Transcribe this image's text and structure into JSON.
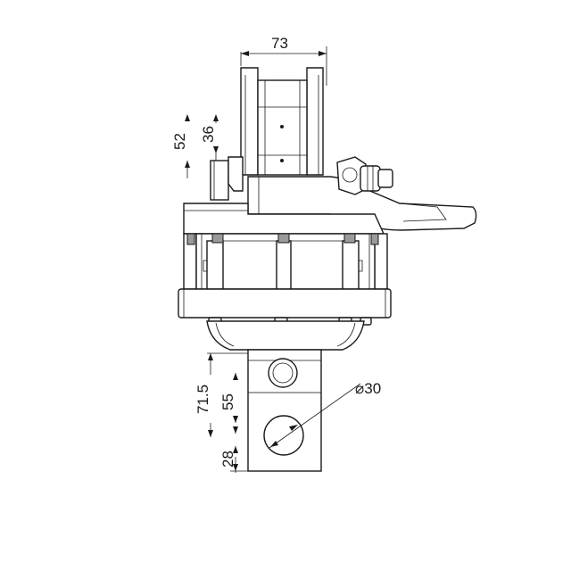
{
  "drawing": {
    "dimensions": {
      "width_top": "73",
      "height_a": "52",
      "height_b": "36",
      "shaft_total": "71.5",
      "shaft_hole": "55",
      "shaft_end": "28",
      "hole_diameter": "⌀30"
    },
    "colors": {
      "line": "#1a1a1a",
      "background": "#ffffff",
      "shade": "#f2f2f2",
      "dark_fill": "#9a9a9a"
    }
  }
}
